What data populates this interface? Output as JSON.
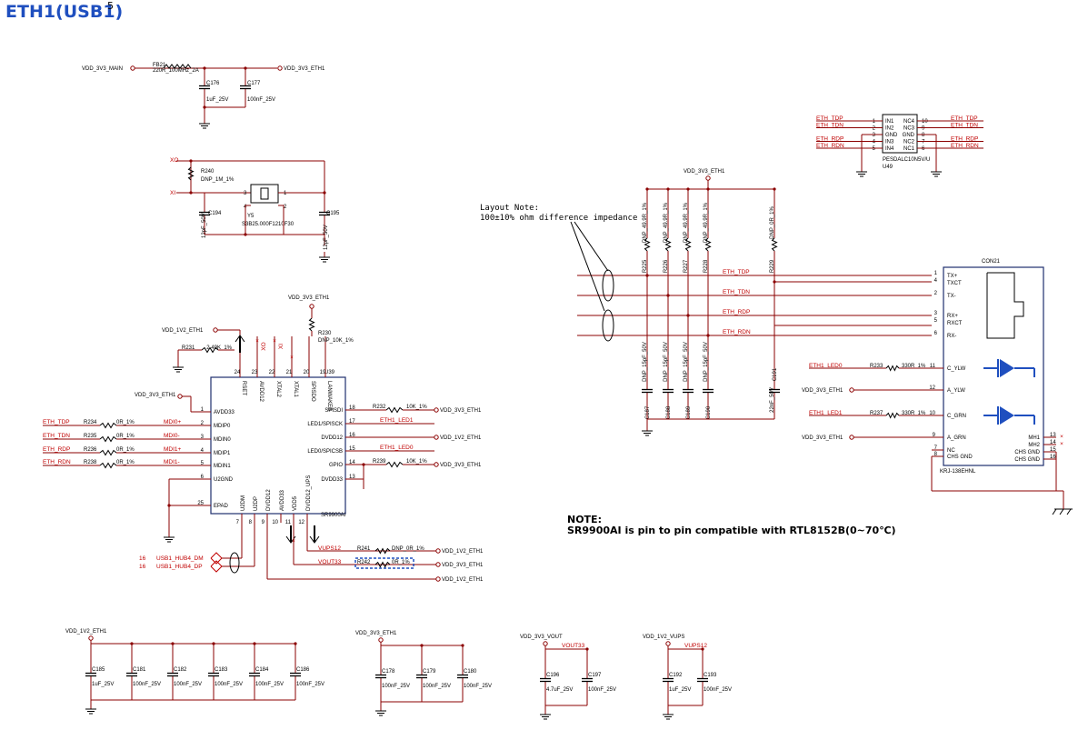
{
  "title": "ETH1(USB1)",
  "sheet_number": "5",
  "note_header": "NOTE:",
  "note_text": "SR9900AI is pin to pin compatible with RTL8152B(0~70℃)",
  "layout_note_line1": "Layout Note:",
  "layout_note_line2": "100±10% ohm difference impedance",
  "colors": {
    "wire": "#8b0000",
    "net_label": "#c00000",
    "text": "#000000",
    "title": "#1f4fbf",
    "highlight": "#1f4fbf"
  },
  "power_filter": {
    "in_net": "VDD_3V3_MAIN",
    "out_net": "VDD_3V3_ETH1",
    "ferrite_ref": "FB21",
    "ferrite_val": "220R_100MHz_2A",
    "caps": [
      {
        "ref": "C176",
        "val": "1uF_25V"
      },
      {
        "ref": "C177",
        "val": "100nF_25V"
      }
    ]
  },
  "crystal": {
    "xo": "XO",
    "xi": "XI",
    "r_ref": "R240",
    "r_val": "DNP_1M_1%",
    "ref": "Y5",
    "part": "S3B25.000F1210F30",
    "c1_ref": "C194",
    "c1_val": "12pF_50V",
    "c2_ref": "C195",
    "c2_val": "12pF_50V",
    "pins": [
      "3",
      "1",
      "4",
      "2"
    ]
  },
  "chip": {
    "ref": "U39",
    "part": "SR9900AI",
    "vdd_top": "VDD_3V3_ETH1",
    "vdd_1v2": "VDD_1V2_ETH1",
    "r230_ref": "R230",
    "r230_val": "DNP_10K_1%",
    "r231_ref": "R231",
    "r231_val": "2.49K_1%",
    "avdd33_net": "VDD_3V3_ETH1",
    "top_pins": [
      {
        "num": "24",
        "name": "RSET"
      },
      {
        "num": "23",
        "name": "AVDD12"
      },
      {
        "num": "22",
        "name": "XTAL2"
      },
      {
        "num": "21",
        "name": "XTAL1"
      },
      {
        "num": "20",
        "name": "SPISDO"
      },
      {
        "num": "19",
        "name": "LANWAKEB"
      }
    ],
    "left_pins": [
      {
        "num": "1",
        "name": "AVDD33"
      },
      {
        "num": "2",
        "name": "MDIP0"
      },
      {
        "num": "3",
        "name": "MDIN0"
      },
      {
        "num": "4",
        "name": "MDIP1"
      },
      {
        "num": "5",
        "name": "MDIN1"
      },
      {
        "num": "6",
        "name": "U2GND"
      },
      {
        "num": "25",
        "name": "EPAD"
      }
    ],
    "right_pins": [
      {
        "num": "18",
        "name": "SPISDI"
      },
      {
        "num": "17",
        "name": "LED1/SPISCK"
      },
      {
        "num": "16",
        "name": "DVDD12"
      },
      {
        "num": "15",
        "name": "LED0/SPICSB"
      },
      {
        "num": "14",
        "name": "GPIO"
      },
      {
        "num": "13",
        "name": "DVDD33"
      }
    ],
    "bottom_pins": [
      {
        "num": "7",
        "name": "U2DM"
      },
      {
        "num": "8",
        "name": "U2DP"
      },
      {
        "num": "9",
        "name": "DVDD12"
      },
      {
        "num": "10",
        "name": "AVDD33"
      },
      {
        "num": "11",
        "name": "VDD5"
      },
      {
        "num": "12",
        "name": "DVDD12_UPS"
      }
    ],
    "left_nets": [
      {
        "net": "ETH_TDP",
        "ref": "R234",
        "val": "0R_1%",
        "sig": "MDI0+"
      },
      {
        "net": "ETH_TDN",
        "ref": "R235",
        "val": "0R_1%",
        "sig": "MDI0-"
      },
      {
        "net": "ETH_RDP",
        "ref": "R236",
        "val": "0R_1%",
        "sig": "MDI1+"
      },
      {
        "net": "ETH_RDN",
        "ref": "R238",
        "val": "0R_1%",
        "sig": "MDI1-"
      }
    ],
    "right_nets": [
      {
        "ref": "R232",
        "val": "10K_1%",
        "net": "VDD_3V3_ETH1"
      },
      {
        "net": "ETH1_LED1"
      },
      {
        "net": "VDD_1V2_ETH1"
      },
      {
        "net": "ETH1_LED0"
      },
      {
        "ref": "R239",
        "val": "10K_1%",
        "net": "VDD_3V3_ETH1"
      }
    ],
    "usb_dm": "USB1_HUB4_DM",
    "usb_dp": "USB1_HUB4_DP",
    "usb_sheet": "16",
    "vups": "VUPS12",
    "vout": "VOUT33",
    "r241_ref": "R241",
    "r241_val": "DNP_0R_1%",
    "r242_ref": "R242",
    "r242_val": "0R_1%",
    "out_nets": [
      "VDD_1V2_ETH1",
      "VDD_3V3_ETH1",
      "VDD_1V2_ETH1"
    ]
  },
  "esd": {
    "ref": "U49",
    "part": "PESDALC10N5V/U",
    "left": [
      {
        "net": "ETH_TDP",
        "num": "1",
        "pin": "IN1"
      },
      {
        "net": "ETH_TDN",
        "num": "2",
        "pin": "IN2"
      },
      {
        "net": "",
        "num": "3",
        "pin": "GND"
      },
      {
        "net": "ETH_RDP",
        "num": "4",
        "pin": "IN3"
      },
      {
        "net": "ETH_RDN",
        "num": "5",
        "pin": "IN4"
      }
    ],
    "right": [
      {
        "net": "ETH_TDP",
        "num": "10",
        "pin": "NC4"
      },
      {
        "net": "ETH_TDN",
        "num": "9",
        "pin": "NC3"
      },
      {
        "net": "",
        "num": "8",
        "pin": "GND"
      },
      {
        "net": "ETH_RDP",
        "num": "7",
        "pin": "NC2"
      },
      {
        "net": "ETH_RDN",
        "num": "6",
        "pin": "NC1"
      }
    ]
  },
  "termination": {
    "vdd": "VDD_3V3_ETH1",
    "res": [
      {
        "ref": "R225",
        "val": "DNP_49.9R_1%"
      },
      {
        "ref": "R226",
        "val": "DNP_49.9R_1%"
      },
      {
        "ref": "R227",
        "val": "DNP_49.9R_1%"
      },
      {
        "ref": "R228",
        "val": "DNP_49.9R_1%"
      },
      {
        "ref": "R229",
        "val": "DNP_0R_1%"
      }
    ],
    "caps": [
      {
        "ref": "C187",
        "val": "DNP_15pF_50V"
      },
      {
        "ref": "C188",
        "val": "DNP_15pF_50V"
      },
      {
        "ref": "C189",
        "val": "DNP_15pF_50V"
      },
      {
        "ref": "C190",
        "val": "DNP_15pF_50V"
      },
      {
        "ref": "C191",
        "val": "22nF_50V"
      }
    ],
    "nets": [
      "ETH_TDP",
      "ETH_TDN",
      "ETH_RDP",
      "ETH_RDN"
    ]
  },
  "connector": {
    "ref": "CON21",
    "part": "KRJ-138EHNL",
    "pins": [
      {
        "num": "1",
        "name": "TX+"
      },
      {
        "num": "4",
        "name": "TXCT"
      },
      {
        "num": "2",
        "name": "TX-"
      },
      {
        "num": "3",
        "name": "RX+"
      },
      {
        "num": "5",
        "name": "RXCT"
      },
      {
        "num": "6",
        "name": "RX-"
      }
    ],
    "leds": [
      {
        "net": "ETH1_LED0",
        "ref": "R233",
        "val": "330R_1%",
        "num_c": "11",
        "name_c": "C_YLW",
        "num_a": "12",
        "name_a": "A_YLW",
        "vdd": "VDD_3V3_ETH1"
      },
      {
        "net": "ETH1_LED1",
        "ref": "R237",
        "val": "330R_1%",
        "num_c": "10",
        "name_c": "C_GRN",
        "num_a": "9",
        "name_a": "A_GRN",
        "vdd": "VDD_3V3_ETH1"
      }
    ],
    "bottom_left": [
      {
        "num": "7",
        "name": "NC"
      },
      {
        "num": "8",
        "name": "CHS GND"
      }
    ],
    "bottom_right": [
      {
        "num": "13",
        "name": "MH1"
      },
      {
        "num": "14",
        "name": "MH2"
      },
      {
        "num": "15",
        "name": "CHS GND"
      },
      {
        "num": "16",
        "name": "CHS GND"
      }
    ]
  },
  "decoupling": [
    {
      "net": "VDD_1V2_ETH1",
      "label": "",
      "caps": [
        {
          "ref": "C185",
          "val": "1uF_25V"
        },
        {
          "ref": "C181",
          "val": "100nF_25V"
        },
        {
          "ref": "C182",
          "val": "100nF_25V"
        },
        {
          "ref": "C183",
          "val": "100nF_25V"
        },
        {
          "ref": "C184",
          "val": "100nF_25V"
        },
        {
          "ref": "C186",
          "val": "100nF_25V"
        }
      ]
    },
    {
      "net": "VDD_3V3_ETH1",
      "label": "",
      "caps": [
        {
          "ref": "C178",
          "val": "100nF_25V"
        },
        {
          "ref": "C179",
          "val": "100nF_25V"
        },
        {
          "ref": "C180",
          "val": "100nF_25V"
        }
      ]
    },
    {
      "net": "VDD_3V3_VOUT",
      "label": "VOUT33",
      "caps": [
        {
          "ref": "C196",
          "val": "4.7uF_25V"
        },
        {
          "ref": "C197",
          "val": "100nF_25V"
        }
      ]
    },
    {
      "net": "VDD_1V2_VUPS",
      "label": "VUPS12",
      "caps": [
        {
          "ref": "C192",
          "val": "1uF_25V"
        },
        {
          "ref": "C193",
          "val": "100nF_25V"
        }
      ]
    }
  ]
}
